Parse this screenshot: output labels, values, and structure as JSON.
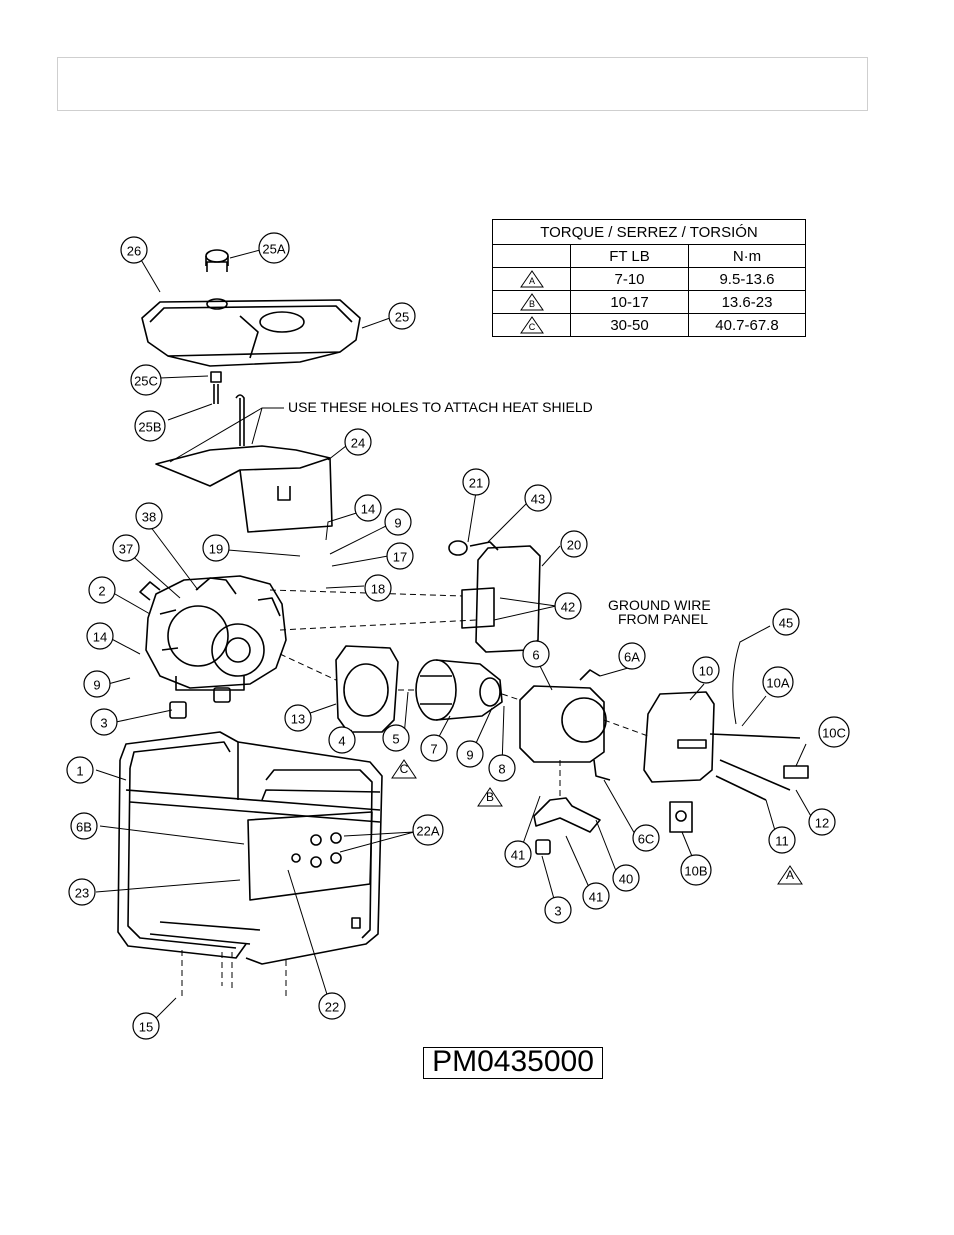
{
  "torque_table": {
    "title": "TORQUE / SERREZ / TORSIÓN",
    "col_ftlb": "FT LB",
    "col_nm": "N·m",
    "rows": [
      {
        "mark": "A",
        "ftlb": "7-10",
        "nm": "9.5-13.6"
      },
      {
        "mark": "B",
        "ftlb": "10-17",
        "nm": "13.6-23"
      },
      {
        "mark": "C",
        "ftlb": "30-50",
        "nm": "40.7-67.8"
      }
    ]
  },
  "notes": {
    "heat_shield": "USE THESE HOLES TO ATTACH HEAT SHIELD",
    "ground_wire_1": "GROUND WIRE",
    "ground_wire_2": "FROM PANEL"
  },
  "model_number": "PM0435000",
  "callouts": [
    "26",
    "25A",
    "25",
    "25C",
    "25B",
    "24",
    "14",
    "9",
    "19",
    "17",
    "18",
    "21",
    "43",
    "20",
    "42",
    "38",
    "37",
    "2",
    "14",
    "9",
    "3",
    "13",
    "4",
    "5",
    "7",
    "9",
    "8",
    "6",
    "6A",
    "10",
    "10A",
    "45",
    "10C",
    "12",
    "11",
    "6C",
    "40",
    "41",
    "41",
    "3",
    "10B",
    "1",
    "6B",
    "22A",
    "23",
    "22",
    "15"
  ],
  "torque_marks": [
    "C",
    "B",
    "A"
  ]
}
